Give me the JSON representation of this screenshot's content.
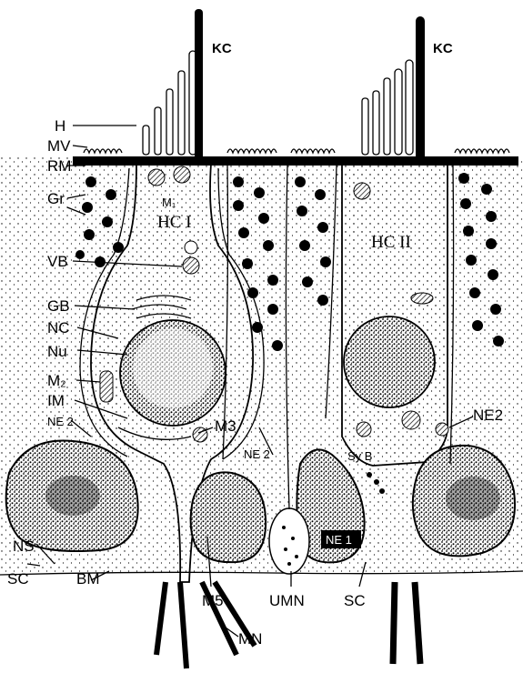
{
  "figure": {
    "labels": {
      "kc_left": "KC",
      "kc_right": "KC",
      "h": "H",
      "mv": "MV",
      "rm": "RM",
      "gr": "Gr",
      "m1": "M₁",
      "hc1": "HC I",
      "hc2": "HC II",
      "vb": "VB",
      "gb": "GB",
      "nc": "NC",
      "nu": "Nu",
      "m2": "M₂",
      "im": "IM",
      "ne2_left": "NE 2",
      "m3": "M3",
      "ne2_mid": "NE 2",
      "syb": "Sy B",
      "ne2_right": "NE2",
      "ne1": "NE 1",
      "ns": "NS",
      "sc_left": "SC",
      "bm": "BM",
      "m5": "M5",
      "umn": "UMN",
      "sc_right": "SC",
      "mn": "MN"
    }
  }
}
